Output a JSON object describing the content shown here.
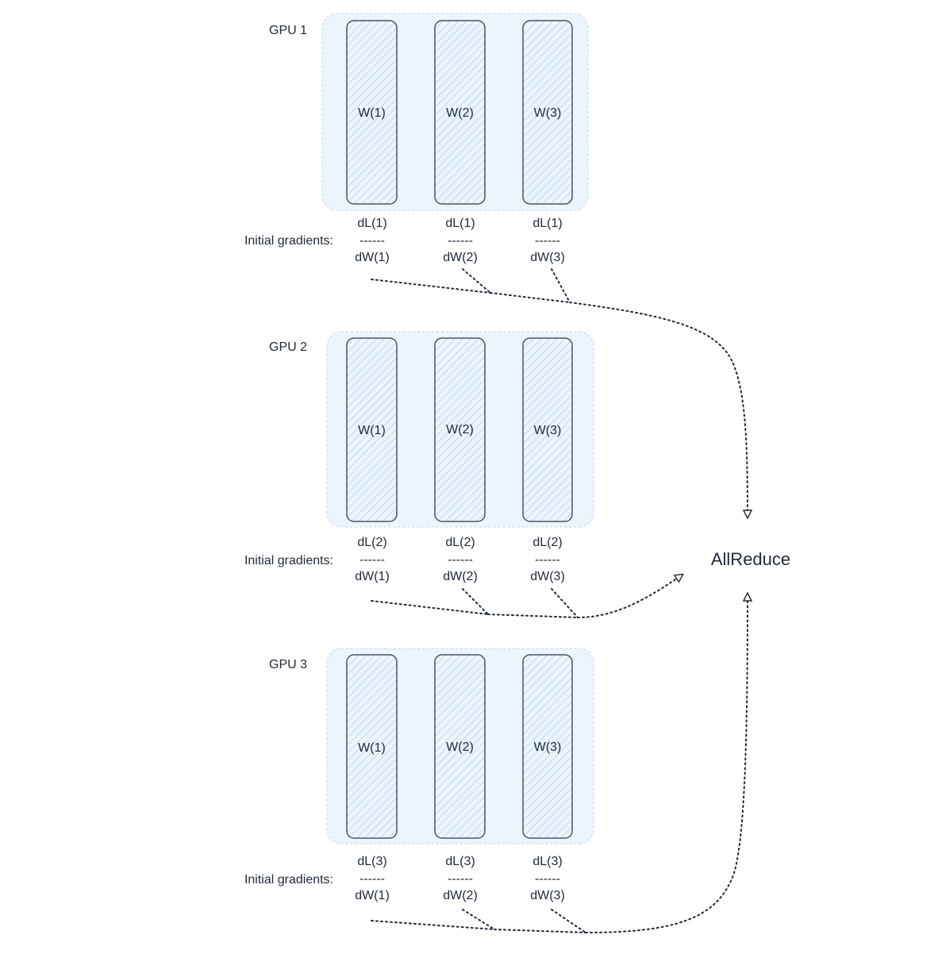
{
  "gpus": [
    {
      "label": "GPU 1",
      "weights": [
        "W(1)",
        "W(2)",
        "W(3)"
      ],
      "gradients_label": "Initial gradients:",
      "gradients": [
        {
          "num": "dL(1)",
          "sep": "------",
          "den": "dW(1)"
        },
        {
          "num": "dL(1)",
          "sep": "------",
          "den": "dW(2)"
        },
        {
          "num": "dL(1)",
          "sep": "------",
          "den": "dW(3)"
        }
      ]
    },
    {
      "label": "GPU 2",
      "weights": [
        "W(1)",
        "W(2)",
        "W(3)"
      ],
      "gradients_label": "Initial gradients:",
      "gradients": [
        {
          "num": "dL(2)",
          "sep": "------",
          "den": "dW(1)"
        },
        {
          "num": "dL(2)",
          "sep": "------",
          "den": "dW(2)"
        },
        {
          "num": "dL(2)",
          "sep": "------",
          "den": "dW(3)"
        }
      ]
    },
    {
      "label": "GPU 3",
      "weights": [
        "W(1)",
        "W(2)",
        "W(3)"
      ],
      "gradients_label": "Initial gradients:",
      "gradients": [
        {
          "num": "dL(3)",
          "sep": "------",
          "den": "dW(1)"
        },
        {
          "num": "dL(3)",
          "sep": "------",
          "den": "dW(2)"
        },
        {
          "num": "dL(3)",
          "sep": "------",
          "den": "dW(3)"
        }
      ]
    }
  ],
  "allreduce": {
    "label": "AllReduce"
  },
  "colors": {
    "gpu_fill": "#ecf4fe",
    "gpu_border": "#cfe0f5",
    "weight_border": "#4b5563",
    "hatch": "#a9cdf2",
    "arrow": "#1f2937"
  }
}
